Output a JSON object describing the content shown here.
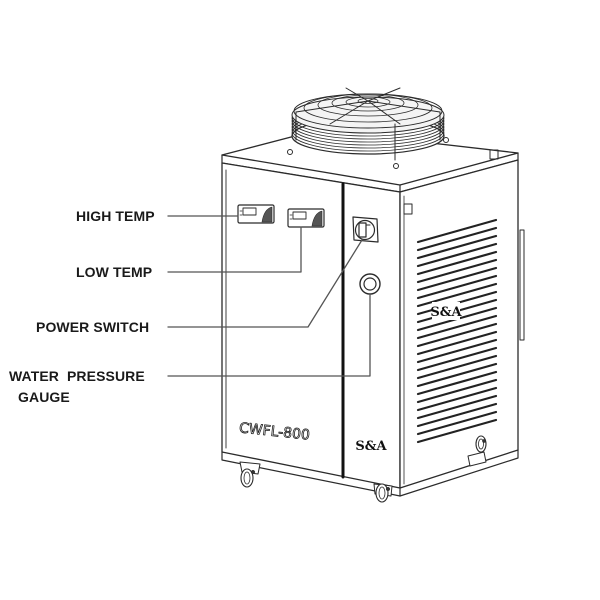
{
  "diagram": {
    "subject": "Industrial water chiller",
    "model_text": "CWFL-800",
    "brand_text": "S&A",
    "side_logo_text": "S&A",
    "line_color": "#2b2b2b",
    "callouts": [
      {
        "label": "HIGH TEMP",
        "target": "high-temp-controller"
      },
      {
        "label": "LOW TEMP",
        "target": "low-temp-controller"
      },
      {
        "label": "POWER SWITCH",
        "target": "power-switch"
      },
      {
        "label": "WATER  PRESSURE",
        "label_line2": "GAUGE",
        "target": "water-pressure-gauge"
      }
    ]
  }
}
